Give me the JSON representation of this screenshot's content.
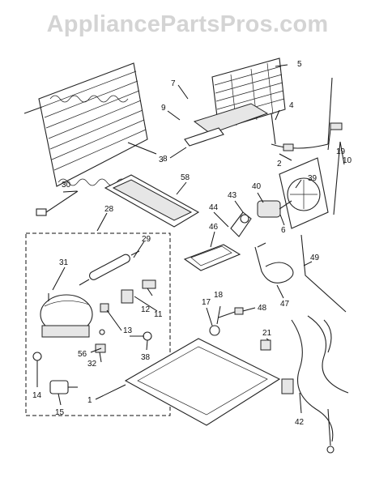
{
  "watermark": "AppliancePartsPros.com",
  "callouts": {
    "c1": "1",
    "c2": "2",
    "c3": "3",
    "c4": "4",
    "c5": "5",
    "c6": "6",
    "c7": "7",
    "c8": "8",
    "c9": "9",
    "c10": "10",
    "c11": "11",
    "c12": "12",
    "c13": "13",
    "c14": "14",
    "c15": "15",
    "c17": "17",
    "c18": "18",
    "c19": "19",
    "c21": "21",
    "c28": "28",
    "c29": "29",
    "c30": "30",
    "c31": "31",
    "c32": "32",
    "c38": "38",
    "c39": "39",
    "c40": "40",
    "c42": "42",
    "c43": "43",
    "c44": "44",
    "c46": "46",
    "c47": "47",
    "c48": "48",
    "c49": "49",
    "c56": "56",
    "c58": "58"
  }
}
